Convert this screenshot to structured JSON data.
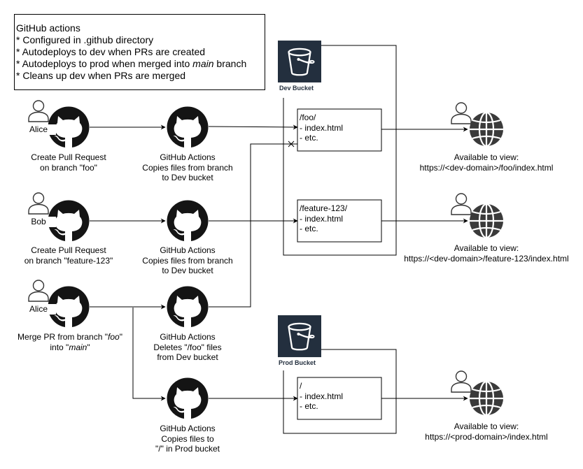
{
  "note": {
    "title": "GitHub actions",
    "bullets": [
      {
        "prefix": "* Configured in .github directory",
        "em": "",
        "suffix": ""
      },
      {
        "prefix": "* Autodeploys to dev when PRs are created",
        "em": "",
        "suffix": ""
      },
      {
        "prefix": "* Autodeploys to prod when merged into ",
        "em": "main",
        "suffix": " branch"
      },
      {
        "prefix": "* Cleans up dev when PRs are merged",
        "em": "",
        "suffix": ""
      }
    ]
  },
  "buckets": {
    "dev": {
      "title": "Dev Bucket"
    },
    "prod": {
      "title": "Prod Bucket"
    }
  },
  "users": {
    "alice_1": "Alice",
    "bob": "Bob",
    "alice_2": "Alice"
  },
  "steps": {
    "pr_foo": [
      "Create Pull Request",
      "on branch \"foo\""
    ],
    "pr_feature": [
      "Create Pull Request",
      "on branch \"feature-123\""
    ],
    "merge": {
      "line1": {
        "prefix": "Merge PR from branch \"",
        "em": "foo",
        "suffix": "\""
      },
      "line2": {
        "prefix": "into \"",
        "em": "main",
        "suffix": "\""
      }
    },
    "action_copy_foo": [
      "GitHub Actions",
      "Copies files from branch",
      "to Dev bucket"
    ],
    "action_copy_feature": [
      "GitHub Actions",
      "Copies files from branch",
      "to Dev bucket"
    ],
    "action_delete": [
      "GitHub Actions",
      "Deletes \"/foo\" files",
      "from Dev bucket"
    ],
    "action_prod": [
      "GitHub Actions",
      "Copies files to",
      "\"/\" in Prod bucket"
    ]
  },
  "folders": {
    "foo": [
      "/foo/",
      "- index.html",
      "- etc."
    ],
    "feature": [
      "/feature-123/",
      "- index.html",
      "- etc."
    ],
    "prod": [
      "/",
      "- index.html",
      "- etc."
    ]
  },
  "outputs": {
    "foo": [
      "Available to view:",
      "https://<dev-domain>/foo/index.html"
    ],
    "feature": [
      "Available to view:",
      "https://<dev-domain>/feature-123/index.html"
    ],
    "prod": [
      "Available to view:",
      "https://<prod-domain>/index.html"
    ]
  },
  "colors": {
    "line": "#000000",
    "icon_dark": "#141414",
    "bucket_bg": "#232f3e",
    "user_stroke": "#333333",
    "globe": "#3a3a3a"
  }
}
